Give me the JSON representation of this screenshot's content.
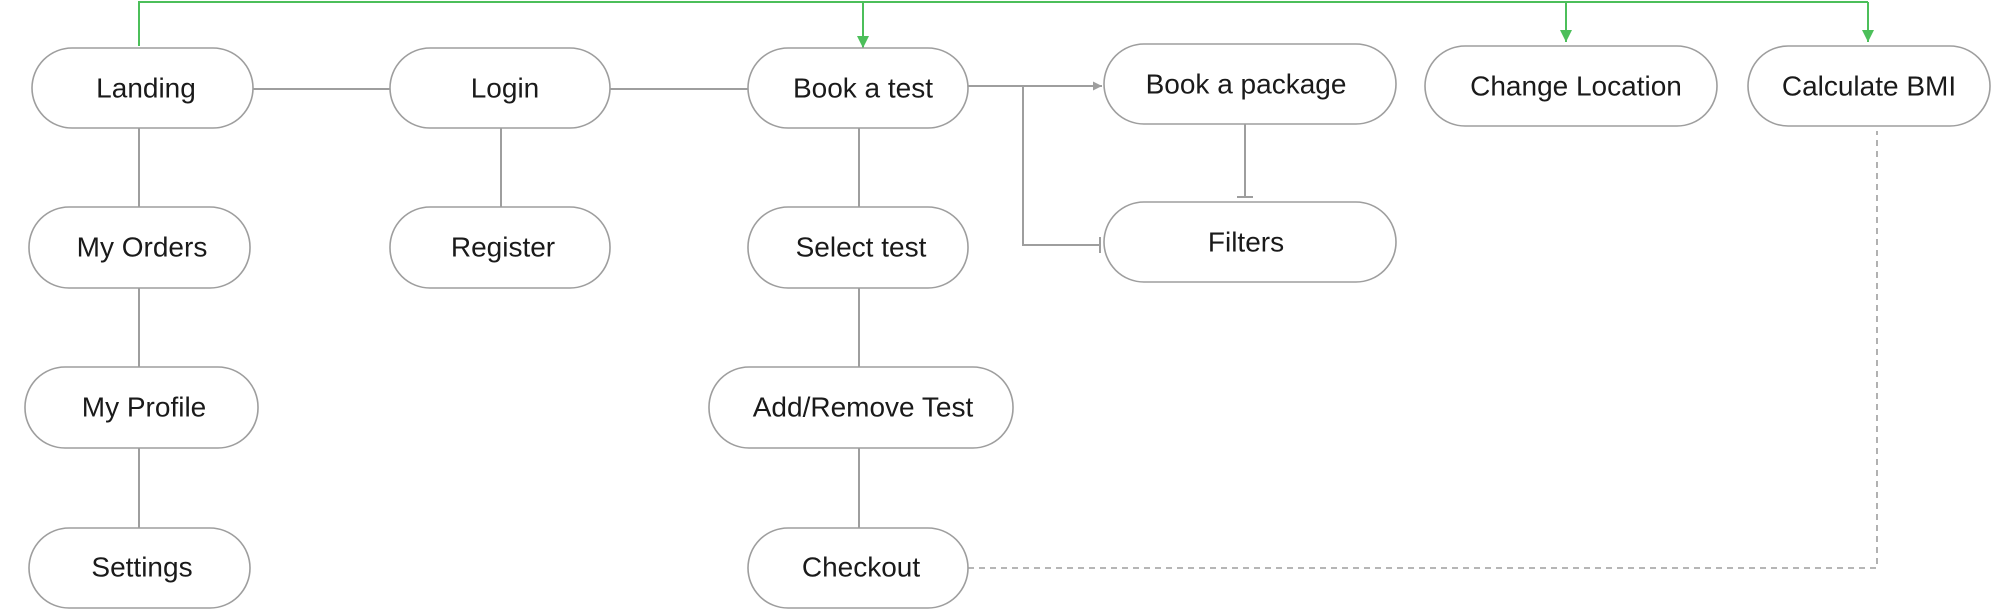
{
  "colors": {
    "node_stroke": "#9e9e9e",
    "connector": "#9e9e9e",
    "accent_green": "#4cbf5a",
    "text": "#1a1a1a",
    "background": "#ffffff"
  },
  "nodes": {
    "landing": "Landing",
    "login": "Login",
    "book_test": "Book a test",
    "book_package": "Book a package",
    "change_location": "Change Location",
    "calculate_bmi": "Calculate BMI",
    "my_orders": "My Orders",
    "register": "Register",
    "select_test": "Select test",
    "filters": "Filters",
    "my_profile": "My Profile",
    "add_remove_test": "Add/Remove Test",
    "settings": "Settings",
    "checkout": "Checkout"
  },
  "edges": [
    {
      "from": "Landing",
      "to": "Login",
      "style": "solid"
    },
    {
      "from": "Login",
      "to": "Book a test",
      "style": "solid"
    },
    {
      "from": "Book a test",
      "to": "Book a package",
      "style": "arrow"
    },
    {
      "from": "Book a test",
      "to": "Filters",
      "style": "bar-end"
    },
    {
      "from": "Book a package",
      "to": "Filters",
      "style": "bar-end"
    },
    {
      "from": "Landing",
      "to": "My Orders",
      "style": "solid"
    },
    {
      "from": "My Orders",
      "to": "My Profile",
      "style": "solid"
    },
    {
      "from": "My Profile",
      "to": "Settings",
      "style": "solid"
    },
    {
      "from": "Login",
      "to": "Register",
      "style": "solid"
    },
    {
      "from": "Book a test",
      "to": "Select test",
      "style": "solid"
    },
    {
      "from": "Select test",
      "to": "Add/Remove Test",
      "style": "solid"
    },
    {
      "from": "Add/Remove Test",
      "to": "Checkout",
      "style": "solid"
    },
    {
      "from": "Landing",
      "to": "Book a test",
      "style": "green-arrow"
    },
    {
      "from": "Landing",
      "to": "Change Location",
      "style": "green-arrow"
    },
    {
      "from": "Landing",
      "to": "Calculate BMI",
      "style": "green-arrow"
    },
    {
      "from": "Checkout",
      "to": "Calculate BMI",
      "style": "dashed"
    }
  ]
}
